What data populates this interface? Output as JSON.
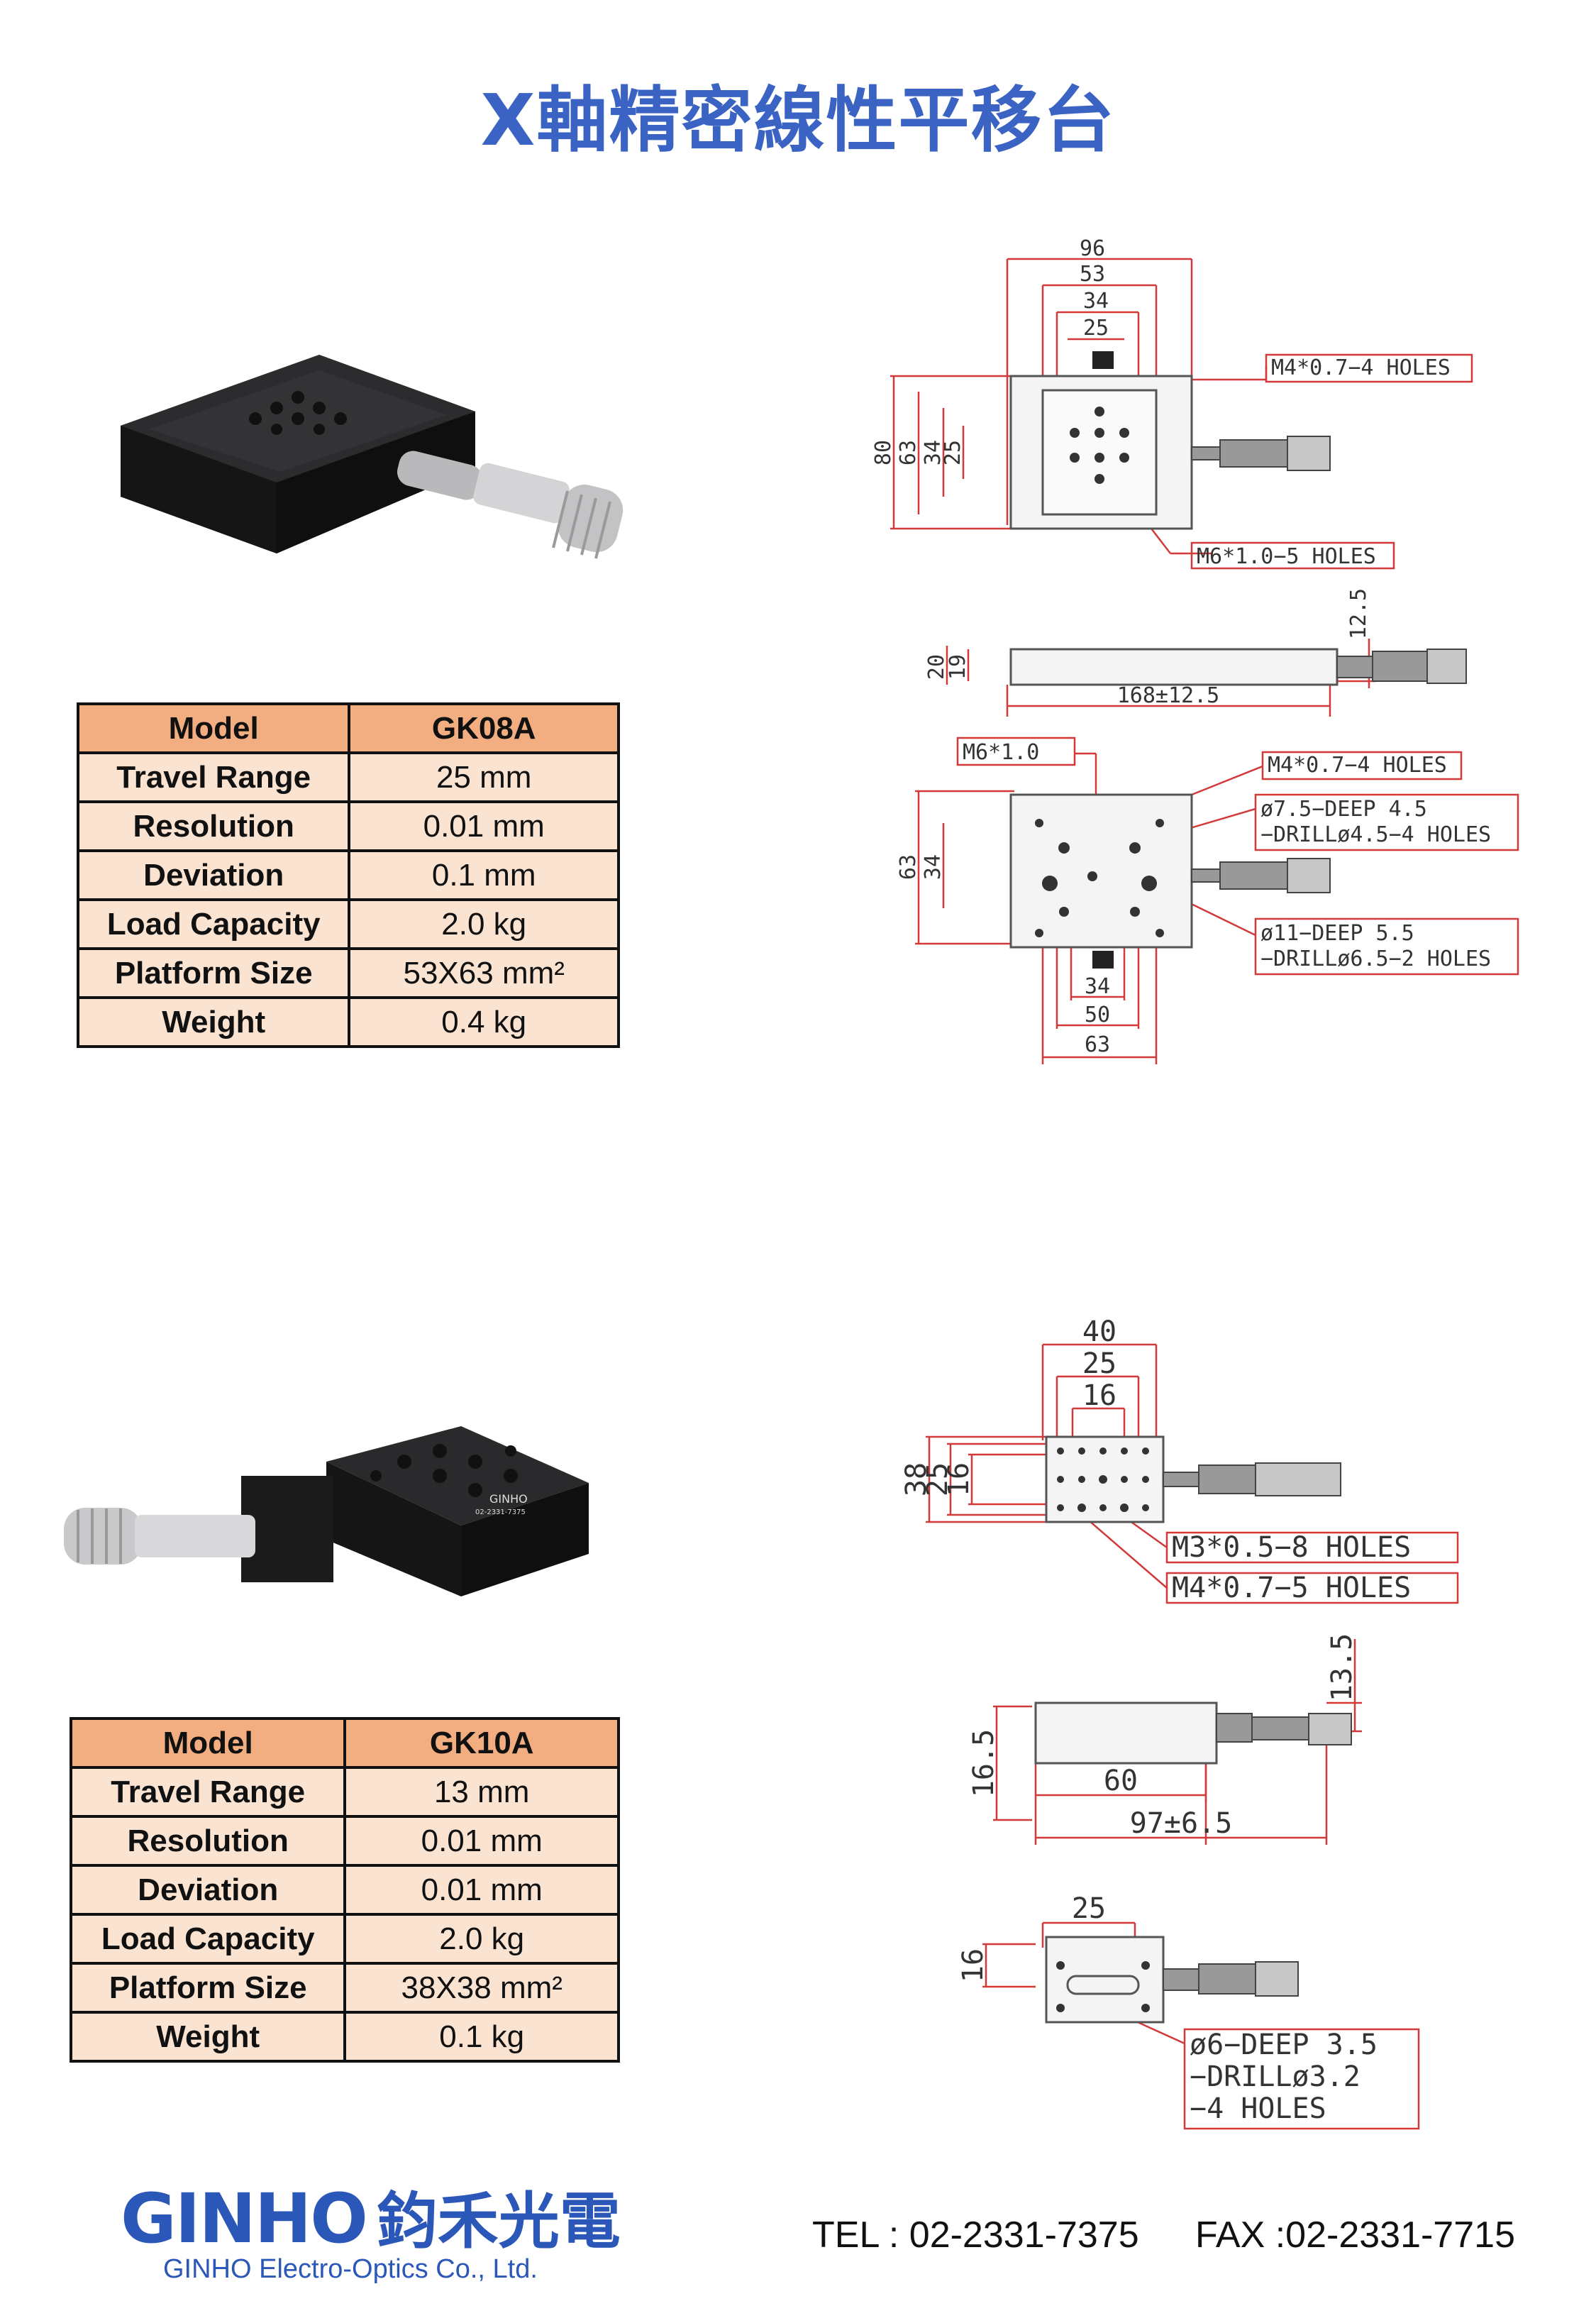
{
  "title": "X軸精密線性平移台",
  "products": [
    {
      "table": {
        "header": [
          "Model",
          "GK08A"
        ],
        "rows": [
          [
            "Travel Range",
            "25 mm"
          ],
          [
            "Resolution",
            "0.01 mm"
          ],
          [
            "Deviation",
            "0.1 mm"
          ],
          [
            "Load Capacity",
            "2.0 kg"
          ],
          [
            "Platform Size",
            "53X63 mm²"
          ],
          [
            "Weight",
            "0.4 kg"
          ]
        ]
      },
      "drawing": {
        "top": {
          "d96": "96",
          "d53": "53",
          "d34": "34",
          "d25": "25",
          "v80": "80",
          "v63": "63",
          "v34": "34",
          "v25": "25",
          "note1": "M4*0.7−4  HOLES",
          "note2": "M6*1.0−5  HOLES"
        },
        "side": {
          "h20": "20",
          "h19": "19",
          "h125": "12.5",
          "len": "168±12.5"
        },
        "bottom": {
          "note_m6": "M6*1.0",
          "note_m4": "M4*0.7−4  HOLES",
          "note_a1": "ø7.5−DEEP  4.5",
          "note_a2": "−DRILLø4.5−4  HOLES",
          "note_b1": "ø11−DEEP  5.5",
          "note_b2": "−DRILLø6.5−2  HOLES",
          "v63": "63",
          "v34": "34",
          "d34": "34",
          "d50": "50",
          "d63": "63"
        }
      }
    },
    {
      "table": {
        "header": [
          "Model",
          "GK10A"
        ],
        "rows": [
          [
            "Travel Range",
            "13 mm"
          ],
          [
            "Resolution",
            "0.01 mm"
          ],
          [
            "Deviation",
            "0.01 mm"
          ],
          [
            "Load Capacity",
            "2.0 kg"
          ],
          [
            "Platform Size",
            "38X38 mm²"
          ],
          [
            "Weight",
            "0.1 kg"
          ]
        ]
      },
      "drawing": {
        "top": {
          "d40": "40",
          "d25": "25",
          "d16": "16",
          "v38": "38",
          "v25": "25",
          "v16": "16",
          "note1": "M3*0.5−8  HOLES",
          "note2": "M4*0.7−5  HOLES"
        },
        "side": {
          "h165": "16.5",
          "h135": "13.5",
          "d60": "60",
          "len": "97±6.5"
        },
        "bottom": {
          "d25": "25",
          "v16": "16",
          "note1": "ø6−DEEP  3.5",
          "note2": "−DRILLø3.2",
          "note3": "−4  HOLES"
        }
      }
    }
  ],
  "stage_label": {
    "brand": "GINHO",
    "phone": "02-2331-7375"
  },
  "footer": {
    "logo_text": "GINHO",
    "logo_cjk": "鈞禾光電",
    "company": "GINHO Electro-Optics Co., Ltd.",
    "tel": "TEL : 02-2331-7375",
    "fax": "FAX :02-2331-7715"
  },
  "colors": {
    "title": "#3b63c4",
    "logo": "#2b57b8",
    "table_head": "#f2ad80",
    "table_body": "#fbe3d2",
    "dim_line": "#d23a3a"
  }
}
